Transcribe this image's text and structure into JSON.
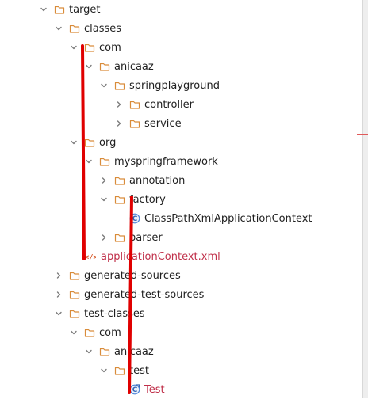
{
  "tree": {
    "rows": [
      {
        "label": "target",
        "icon": "folder-icon",
        "state": "expanded",
        "level": 0
      },
      {
        "label": "classes",
        "icon": "folder-icon",
        "state": "expanded",
        "level": 1
      },
      {
        "label": "com",
        "icon": "folder-icon",
        "state": "expanded",
        "level": 2
      },
      {
        "label": "anicaaz",
        "icon": "folder-icon",
        "state": "expanded",
        "level": 3
      },
      {
        "label": "springplayground",
        "icon": "folder-icon",
        "state": "expanded",
        "level": 4
      },
      {
        "label": "controller",
        "icon": "folder-icon",
        "state": "collapsed",
        "level": 5
      },
      {
        "label": "service",
        "icon": "folder-icon",
        "state": "collapsed",
        "level": 5
      },
      {
        "label": "org",
        "icon": "folder-icon",
        "state": "expanded",
        "level": 2
      },
      {
        "label": "myspringframework",
        "icon": "folder-icon",
        "state": "expanded",
        "level": 3
      },
      {
        "label": "annotation",
        "icon": "folder-icon",
        "state": "collapsed",
        "level": 4
      },
      {
        "label": "factory",
        "icon": "folder-icon",
        "state": "expanded",
        "level": 4
      },
      {
        "label": "ClassPathXmlApplicationContext",
        "icon": "java-class-icon",
        "state": "leaf",
        "level": 5
      },
      {
        "label": "parser",
        "icon": "folder-icon",
        "state": "collapsed",
        "level": 4
      },
      {
        "label": "applicationContext.xml",
        "icon": "xml-file-icon",
        "state": "leaf",
        "level": 2,
        "color": "#c0304a"
      },
      {
        "label": "generated-sources",
        "icon": "folder-icon",
        "state": "collapsed",
        "level": 1
      },
      {
        "label": "generated-test-sources",
        "icon": "folder-icon",
        "state": "collapsed",
        "level": 1
      },
      {
        "label": "test-classes",
        "icon": "folder-icon",
        "state": "expanded",
        "level": 1
      },
      {
        "label": "com",
        "icon": "folder-icon",
        "state": "expanded",
        "level": 2
      },
      {
        "label": "anicaaz",
        "icon": "folder-icon",
        "state": "expanded",
        "level": 3
      },
      {
        "label": "test",
        "icon": "folder-icon",
        "state": "expanded",
        "level": 4
      },
      {
        "label": "Test",
        "icon": "java-test-class-icon",
        "state": "leaf",
        "level": 5,
        "color": "#c0304a"
      }
    ]
  },
  "colors": {
    "folder_outline": "#d98c3a",
    "class_icon": "#4f86d9",
    "error_text": "#c0304a",
    "annotation_marks": "#e00000"
  }
}
